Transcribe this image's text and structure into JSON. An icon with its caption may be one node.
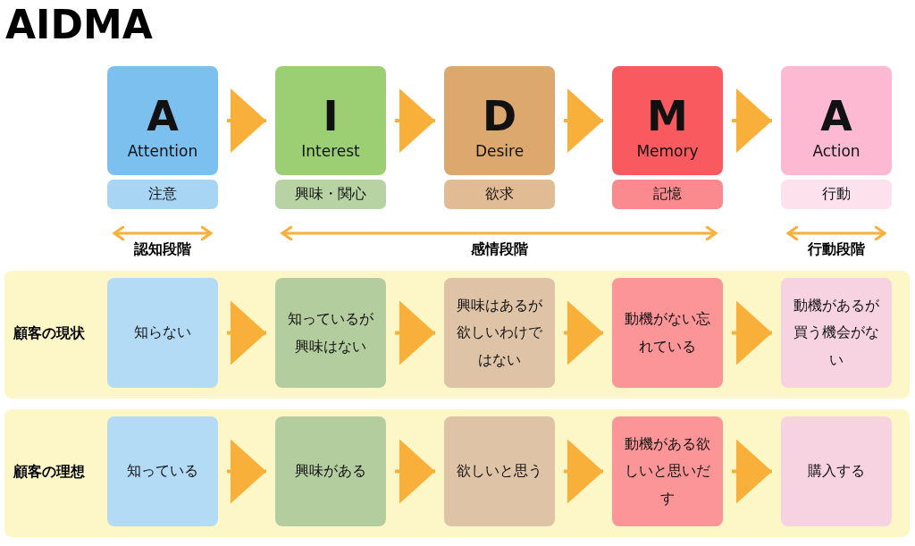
{
  "diagram": {
    "title": "AIDMA",
    "nodes": [
      {
        "text": [
          "A",
          "Attention"
        ]
      },
      {
        "text": [
          "I",
          "Interest"
        ]
      },
      {
        "text": [
          "D",
          "Desire"
        ]
      },
      {
        "text": [
          "M",
          "Memory"
        ]
      },
      {
        "text": [
          "A",
          "Action"
        ]
      },
      {
        "text": [
          "注意"
        ]
      },
      {
        "text": [
          "興味・関心"
        ]
      },
      {
        "text": [
          "欲求"
        ]
      },
      {
        "text": [
          "記憶"
        ]
      },
      {
        "text": [
          "行動"
        ]
      },
      {
        "text": [
          "顧客の現状"
        ]
      },
      {
        "text": [
          "知らない"
        ],
        "in": 10
      },
      {
        "text": [
          "知っているが興味はない"
        ],
        "in": 10
      },
      {
        "text": [
          "興味はあるが欲しいわけではない"
        ],
        "in": 10
      },
      {
        "text": [
          "動機がない忘れている"
        ],
        "in": 10
      },
      {
        "text": [
          "動機があるが買う機会がない"
        ],
        "in": 10
      },
      {
        "text": [
          "顧客の理想"
        ]
      },
      {
        "text": [
          "知っている"
        ],
        "in": 16
      },
      {
        "text": [
          "興味がある"
        ],
        "in": 16
      },
      {
        "text": [
          "欲しいと思う"
        ],
        "in": 16
      },
      {
        "text": [
          "動機がある欲しいと思いだす"
        ],
        "in": 16
      },
      {
        "text": [
          "購入する"
        ],
        "in": 16
      }
    ],
    "edges": [
      {
        "from": 0,
        "to": 1,
        "arrow": "to"
      },
      {
        "from": 1,
        "to": 2,
        "arrow": "to"
      },
      {
        "from": 2,
        "to": 3,
        "arrow": "to"
      },
      {
        "from": 3,
        "to": 4,
        "arrow": "to"
      },
      {
        "from": 11,
        "to": 12,
        "arrow": "to"
      },
      {
        "from": 12,
        "to": 13,
        "arrow": "to"
      },
      {
        "from": 13,
        "to": 14,
        "arrow": "to"
      },
      {
        "from": 14,
        "to": 15,
        "arrow": "to"
      },
      {
        "from": 17,
        "to": 18,
        "arrow": "to"
      },
      {
        "from": 18,
        "to": 19,
        "arrow": "to"
      },
      {
        "from": 19,
        "to": 20,
        "arrow": "to"
      },
      {
        "from": 20,
        "to": 21,
        "arrow": "to"
      }
    ],
    "labels": [
      "認知段階",
      "感情段階",
      "行動段階"
    ]
  }
}
